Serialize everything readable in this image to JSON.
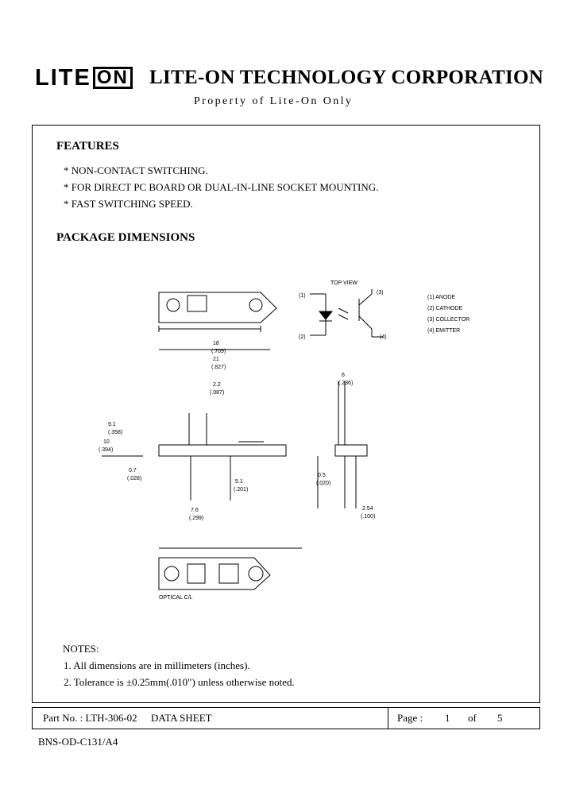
{
  "header": {
    "logo_text": "LITE",
    "logo_box_text": "ON",
    "company": "LITE-ON TECHNOLOGY CORPORATION",
    "property": "Property of Lite-On Only"
  },
  "features": {
    "heading": "FEATURES",
    "items": [
      "* NON-CONTACT SWITCHING.",
      "* FOR DIRECT PC BOARD OR DUAL-IN-LINE SOCKET MOUNTING.",
      "* FAST SWITCHING SPEED."
    ]
  },
  "package": {
    "heading": "PACKAGE DIMENSIONS"
  },
  "drawing": {
    "top_view": "TOP VIEW",
    "pins": [
      "(1)",
      "(2)",
      "(3)",
      "(4)"
    ],
    "pin_names": [
      "(1) ANODE",
      "(2) CATHODE",
      "(3) COLLECTOR",
      "(4) EMITTER"
    ],
    "optical_center": "OPTICAL C/L",
    "dims": [
      "18",
      "(.709)",
      "21",
      "(.827)",
      "2.2",
      "(.087)",
      "9.1",
      "(.358)",
      "10",
      "(.394)",
      "0.7",
      "(.028)",
      "5.1",
      "(.201)",
      "6",
      "(.236)",
      "0.5",
      "(.020)",
      "7.6",
      "(.299)",
      "2.54",
      "(.100)"
    ]
  },
  "notes": {
    "heading": "NOTES:",
    "items": [
      "1. All dimensions are in millimeters (inches).",
      "2. Tolerance is ±0.25mm(.010\") unless otherwise noted."
    ]
  },
  "footer": {
    "part_label": "Part No. : LTH-306-02",
    "sheet": "DATA SHEET",
    "page_label": "Page :",
    "page_num": "1",
    "of_label": "of",
    "page_total": "5",
    "doc_code": "BNS-OD-C131/A4"
  }
}
